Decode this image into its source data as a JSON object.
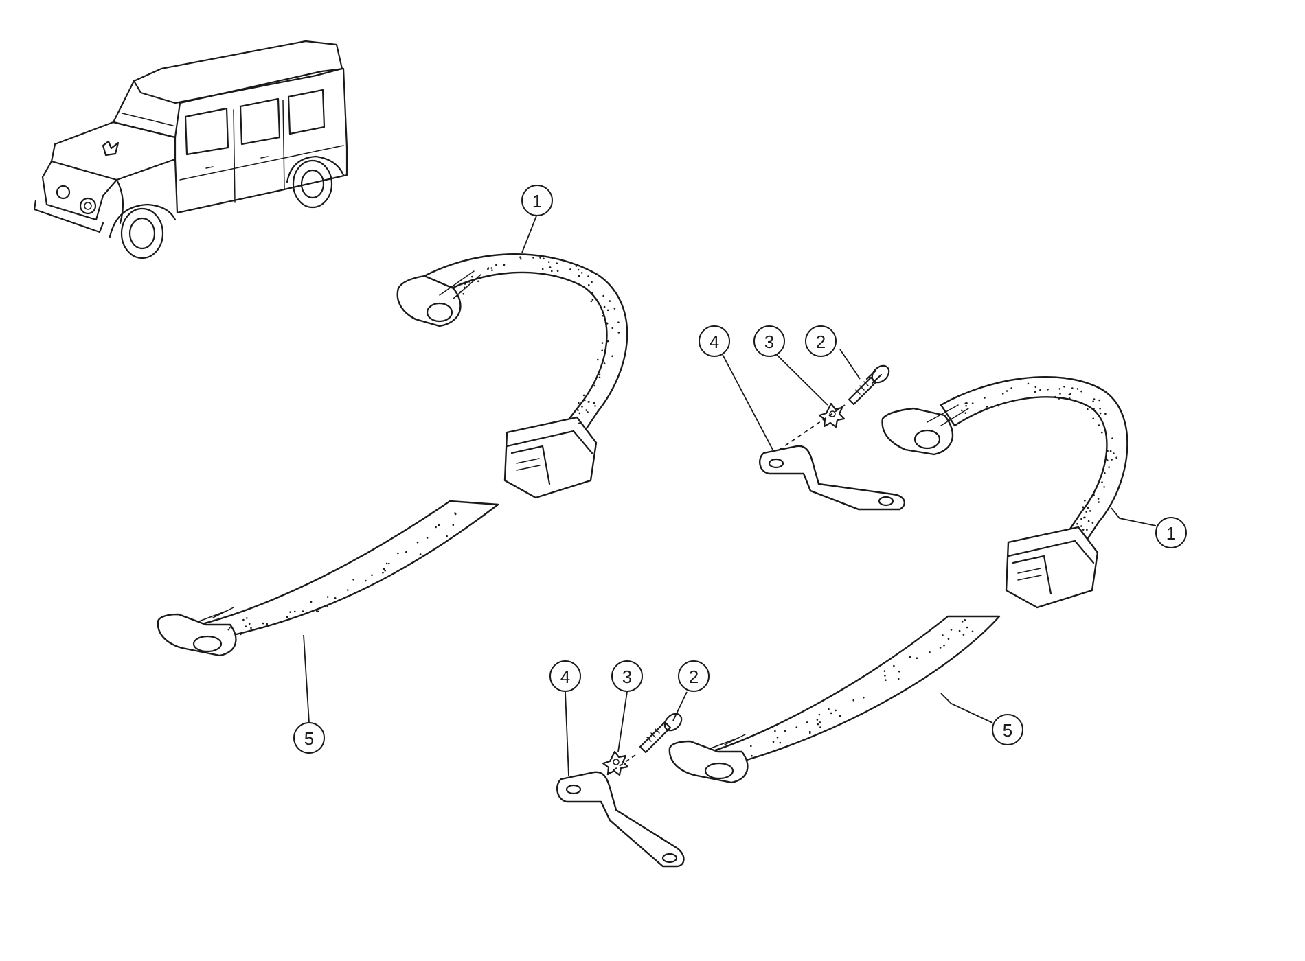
{
  "callouts": [
    {
      "id": "belt-1-left",
      "label": "1"
    },
    {
      "id": "belt-1-right",
      "label": "1"
    },
    {
      "id": "screw-2-upper",
      "label": "2"
    },
    {
      "id": "screw-2-lower",
      "label": "2"
    },
    {
      "id": "washer-3-upper",
      "label": "3"
    },
    {
      "id": "washer-3-lower",
      "label": "3"
    },
    {
      "id": "bracket-4-upper",
      "label": "4"
    },
    {
      "id": "bracket-4-lower",
      "label": "4"
    },
    {
      "id": "strap-5-left",
      "label": "5"
    },
    {
      "id": "strap-5-right",
      "label": "5"
    }
  ]
}
